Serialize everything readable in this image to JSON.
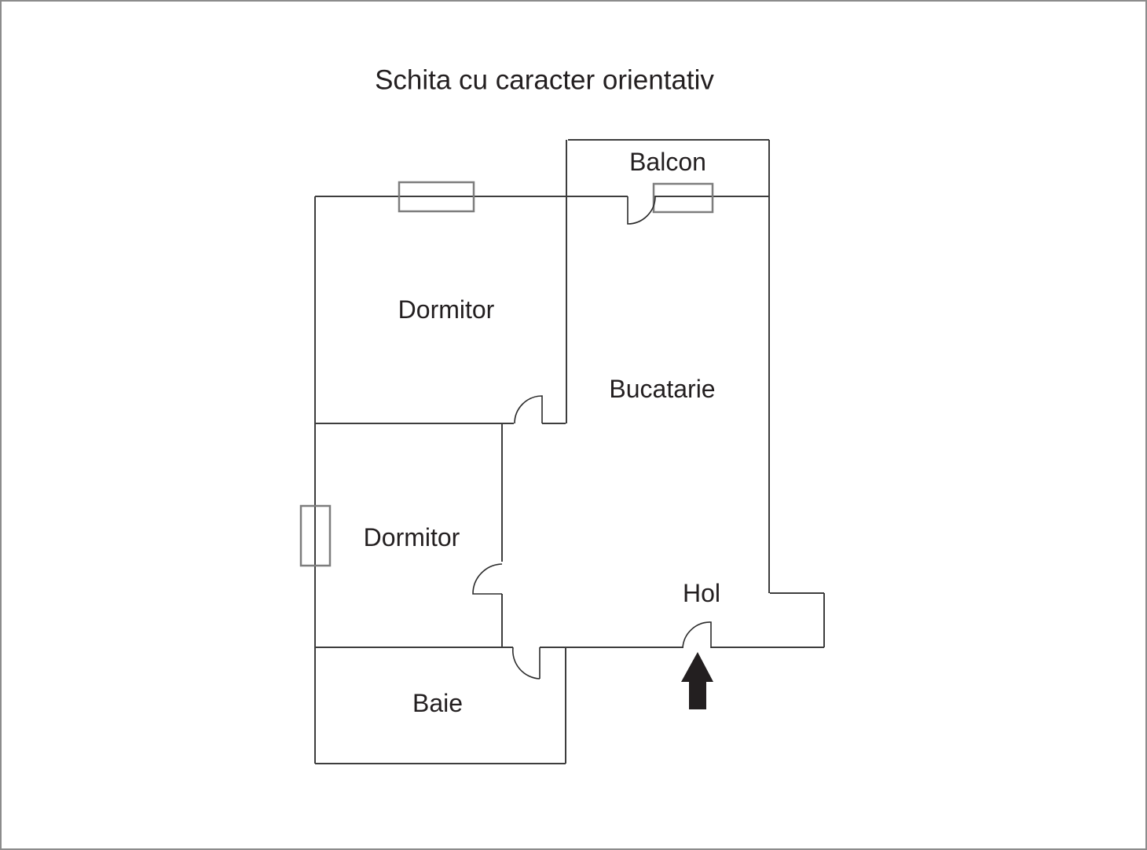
{
  "title": "Schita cu caracter orientativ",
  "rooms": [
    {
      "label": "Balcon"
    },
    {
      "label": "Dormitor"
    },
    {
      "label": "Bucatarie"
    },
    {
      "label": "Dormitor"
    },
    {
      "label": "Hol"
    },
    {
      "label": "Baie"
    }
  ],
  "colors": {
    "wall": "#3d3d3d",
    "window": "#7d7d7d",
    "door": "#2b2b2b",
    "text": "#231f20",
    "arrow": "#231f20",
    "border": "#8c8c8c",
    "background": "#ffffff"
  }
}
